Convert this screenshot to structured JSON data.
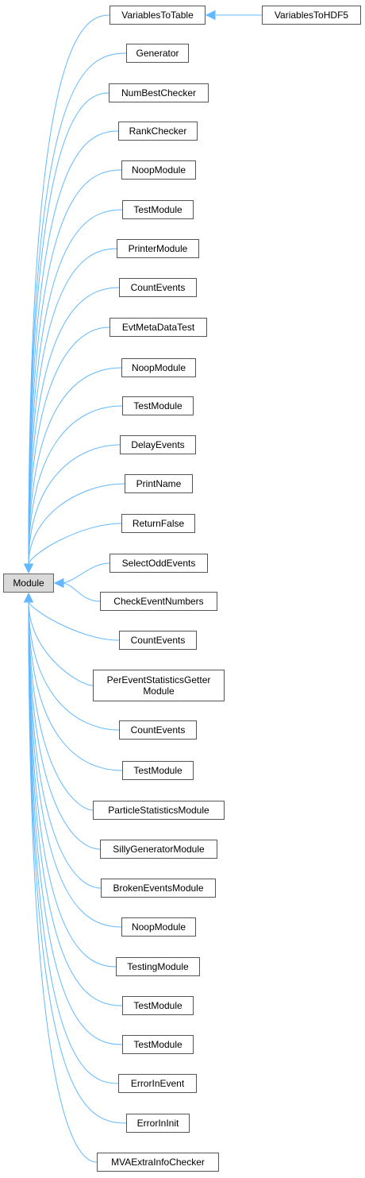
{
  "colors": {
    "edge": "#63b8ff",
    "node_border": "#555555",
    "root_fill": "#d9d9d9",
    "node_fill": "#ffffff"
  },
  "root": {
    "label": "Module"
  },
  "children": [
    {
      "label": "VariablesToTable"
    },
    {
      "label": "Generator"
    },
    {
      "label": "NumBestChecker"
    },
    {
      "label": "RankChecker"
    },
    {
      "label": "NoopModule"
    },
    {
      "label": "TestModule"
    },
    {
      "label": "PrinterModule"
    },
    {
      "label": "CountEvents"
    },
    {
      "label": "EvtMetaDataTest"
    },
    {
      "label": "NoopModule"
    },
    {
      "label": "TestModule"
    },
    {
      "label": "DelayEvents"
    },
    {
      "label": "PrintName"
    },
    {
      "label": "ReturnFalse"
    },
    {
      "label": "SelectOddEvents"
    },
    {
      "label": "CheckEventNumbers"
    },
    {
      "label": "CountEvents"
    },
    {
      "label": "PerEventStatisticsGetter\nModule"
    },
    {
      "label": "CountEvents"
    },
    {
      "label": "TestModule"
    },
    {
      "label": "ParticleStatisticsModule"
    },
    {
      "label": "SillyGeneratorModule"
    },
    {
      "label": "BrokenEventsModule"
    },
    {
      "label": "NoopModule"
    },
    {
      "label": "TestingModule"
    },
    {
      "label": "TestModule"
    },
    {
      "label": "TestModule"
    },
    {
      "label": "ErrorInEvent"
    },
    {
      "label": "ErrorInInit"
    },
    {
      "label": "MVAExtraInfoChecker"
    }
  ],
  "grandchild": {
    "label": "VariablesToHDF5",
    "parent": "VariablesToTable"
  }
}
